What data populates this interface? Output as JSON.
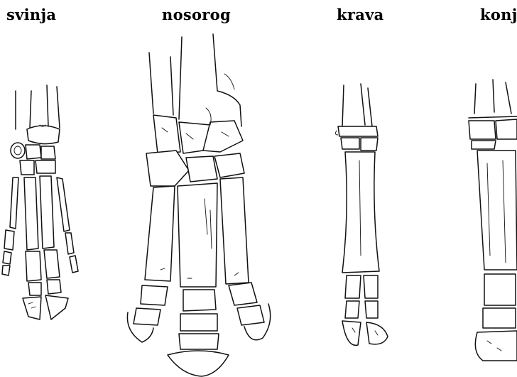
{
  "labels": {
    "svinja": "svinja",
    "nosorog": "nosorog",
    "krava": "krava",
    "konj": "konj"
  },
  "colors": {
    "background": "#ffffff",
    "ink": "#111111"
  }
}
